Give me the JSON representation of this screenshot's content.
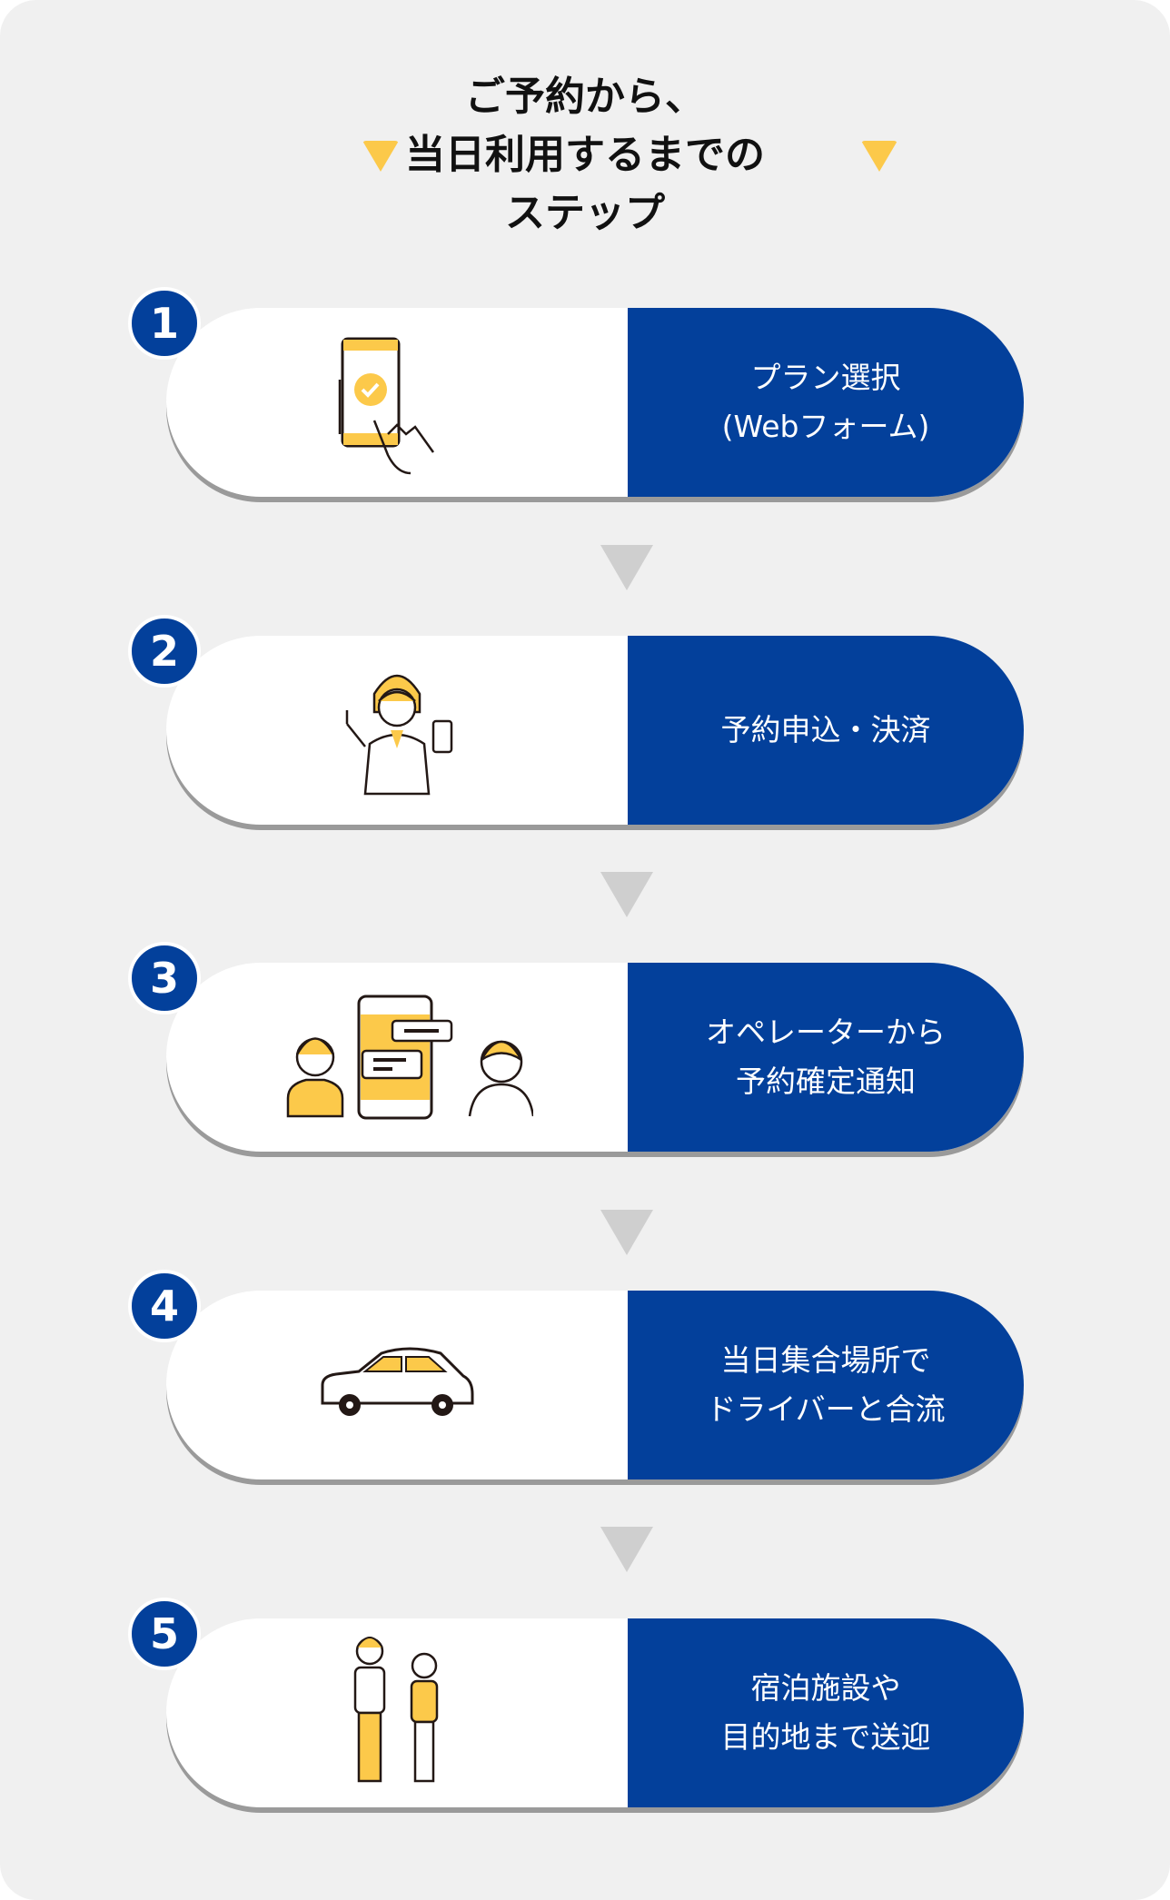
{
  "title": {
    "line1": "ご予約から、",
    "line2": "当日利用するまでの",
    "line3": "ステップ"
  },
  "colors": {
    "brand": "#03409b",
    "accent": "#fcc94a",
    "arrow": "#cfcfcf"
  },
  "steps": [
    {
      "number": "1",
      "line1": "プラン選択",
      "line2": "(Webフォーム)",
      "icon": "smartphone-check-icon"
    },
    {
      "number": "2",
      "line1": "予約申込・決済",
      "line2": "",
      "icon": "person-with-phone-icon"
    },
    {
      "number": "3",
      "line1": "オペレーターから",
      "line2": "予約確定通知",
      "icon": "operator-chat-icon"
    },
    {
      "number": "4",
      "line1": "当日集合場所で",
      "line2": "ドライバーと合流",
      "icon": "car-icon"
    },
    {
      "number": "5",
      "line1": "宿泊施設や",
      "line2": "目的地まで送迎",
      "icon": "travelers-icon"
    }
  ]
}
